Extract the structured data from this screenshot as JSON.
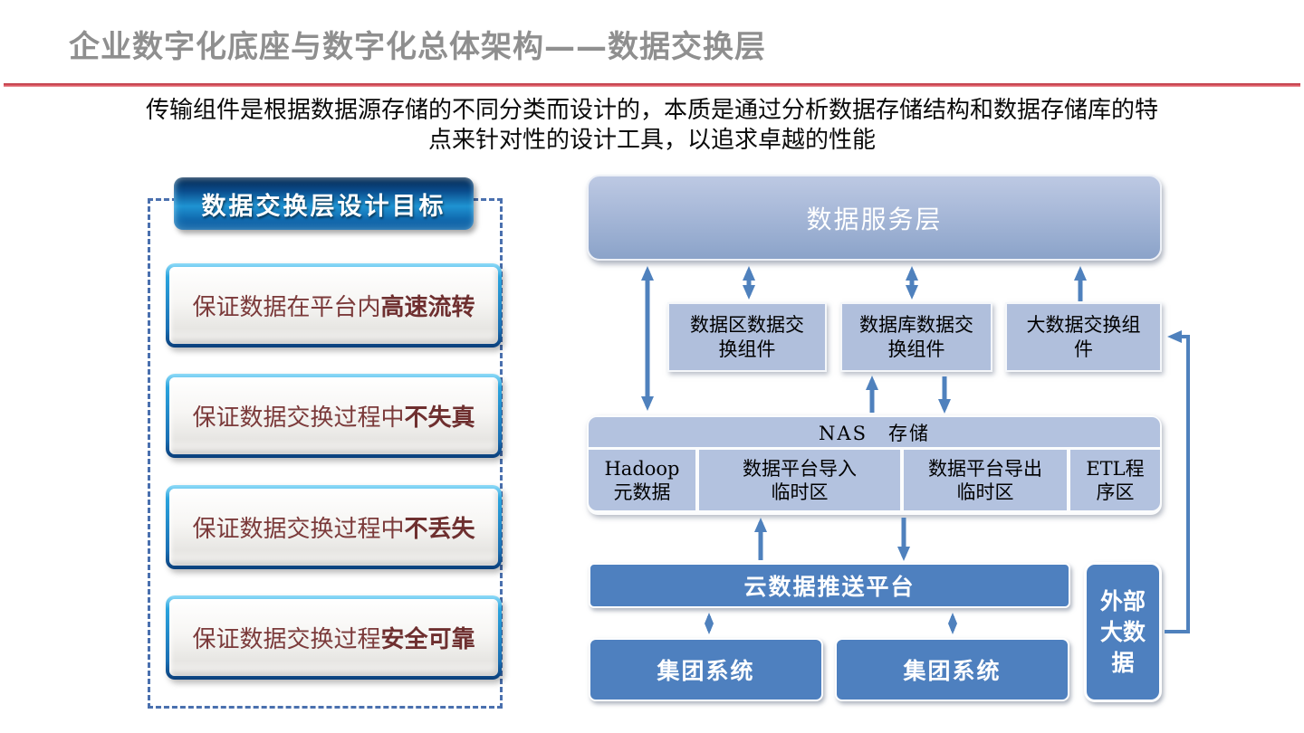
{
  "page": {
    "title": "企业数字化底座与数字化总体架构——数据交换层",
    "intro": "传输组件是根据数据源存储的不同分类而设计的，本质是通过分析数据存储结构和数据存储库的特点来针对性的设计工具，以追求卓越的性能"
  },
  "left_panel": {
    "header": "数据交换层设计目标",
    "goals": [
      {
        "text": "保证数据在平台内",
        "bold": "高速流转"
      },
      {
        "text": "保证数据交换过程中",
        "bold": "不失真"
      },
      {
        "text": "保证数据交换过程中",
        "bold": "不丢失"
      },
      {
        "text": "保证数据交换过程",
        "bold": "安全可靠"
      }
    ]
  },
  "diagram": {
    "service_layer": "数据服务层",
    "exchange_components": [
      "数据区数据交\n换组件",
      "数据库数据交\n换组件",
      "大数据交换组\n件"
    ],
    "nas": {
      "title": "NAS　存储",
      "cells": [
        "Hadoop\n元数据",
        "数据平台导入\n临时区",
        "数据平台导出\n临时区",
        "ETL程\n序区"
      ]
    },
    "push_platform": "云数据推送平台",
    "group_systems": [
      "集团系统",
      "集团系统"
    ],
    "external_big_data": "外部\n大数\n据"
  },
  "colors": {
    "accent_arrow_blue": "#4f81bd",
    "solid_box_blue": "#4e80bf",
    "light_box_blue": "#b3c2df",
    "service_layer_top": "#bdc9e3",
    "service_layer_bottom": "#8ba3c9",
    "title_gray": "#8f8f8f",
    "divider_red": "#c9404b",
    "goal_text_maroon": "#7b3a3a",
    "dashed_border_blue": "#4a70ae",
    "header_button_blue": "#0f66ab"
  }
}
